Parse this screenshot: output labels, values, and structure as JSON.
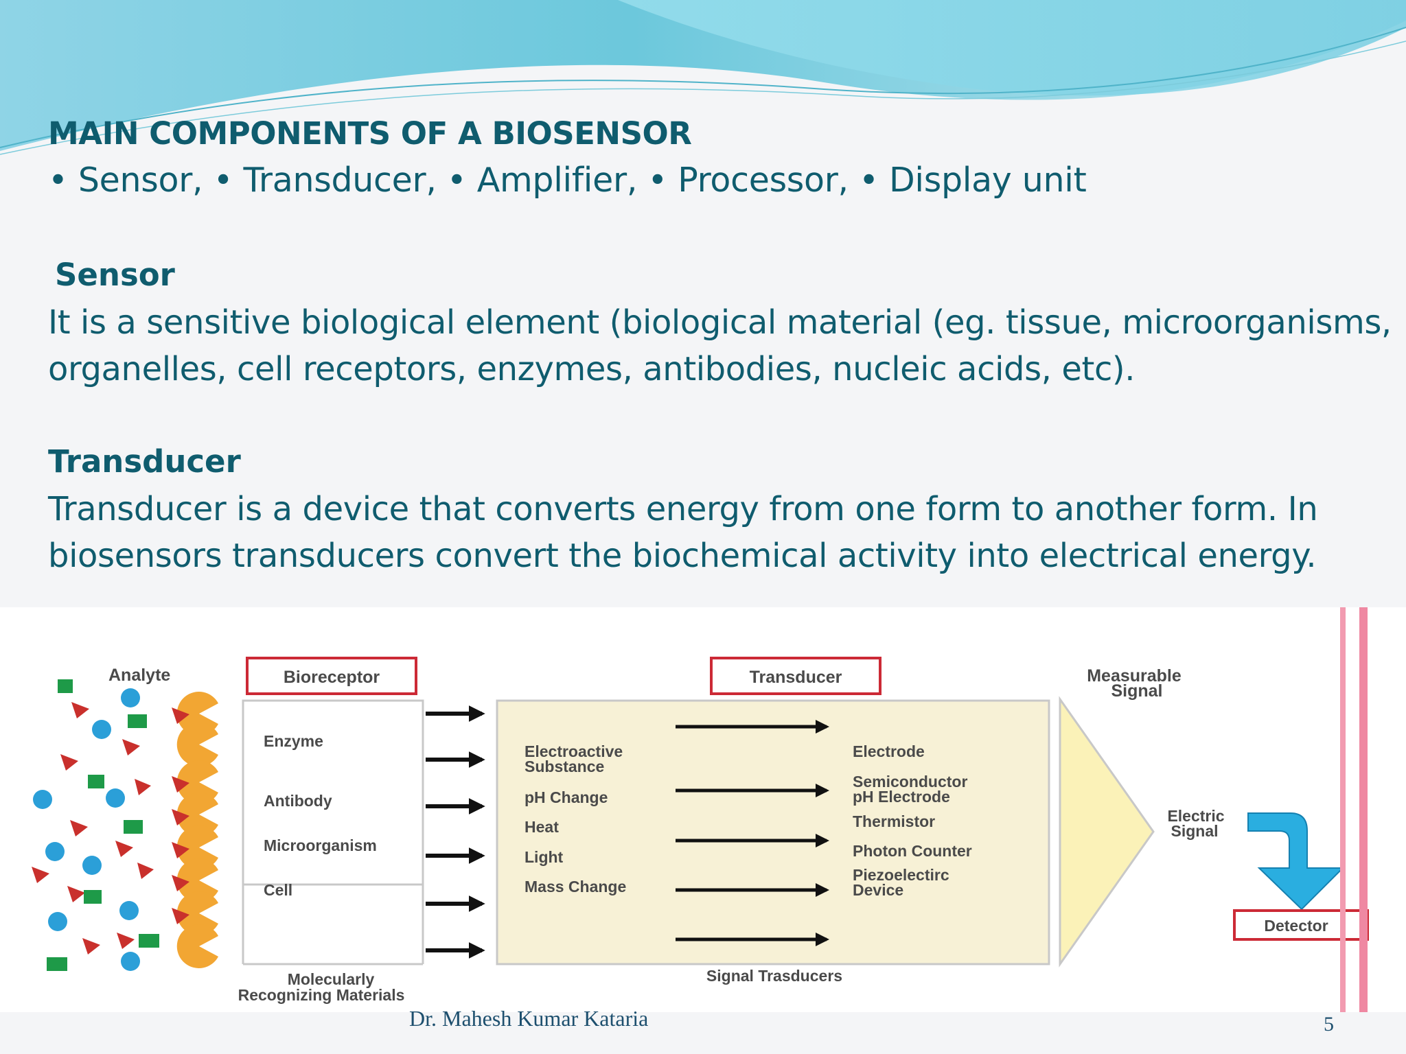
{
  "slide": {
    "title": "MAIN COMPONENTS OF A BIOSENSOR",
    "bullets": "• Sensor, • Transducer, • Amplifier, • Processor, • Display unit",
    "sensor": {
      "heading": "Sensor",
      "line1": "It is a sensitive biological element (biological material (eg. tissue, microorganisms,",
      "line2": "organelles, cell receptors, enzymes, antibodies, nucleic acids, etc)."
    },
    "transducer": {
      "heading": "Transducer",
      "line1": "Transducer is a device that converts energy from one form to another form. In",
      "line2": "biosensors transducers convert the biochemical activity into electrical energy."
    }
  },
  "diagram": {
    "analyte": "Analyte",
    "bioreceptor": "Bioreceptor",
    "bioreceptor_items": [
      "Enzyme",
      "Antibody",
      "Microorganism",
      "Cell"
    ],
    "molecular_line1": "Molecularly",
    "molecular_line2": "Recognizing Materials",
    "transducer": "Transducer",
    "changes": [
      [
        "Electroactive",
        "Substance"
      ],
      [
        "pH Change"
      ],
      [
        "Heat"
      ],
      [
        "Light"
      ],
      [
        "Mass Change"
      ]
    ],
    "devices": [
      [
        "Electrode"
      ],
      [
        "Semiconductor",
        "pH Electrode"
      ],
      [
        "Thermistor"
      ],
      [
        "Photon Counter"
      ],
      [
        "Piezoelectirc",
        "Device"
      ]
    ],
    "signal_transducers": "Signal Trasducers",
    "measurable_line1": "Measurable",
    "measurable_line2": "Signal",
    "electric_line1": "Electric",
    "electric_line2": "Signal",
    "detector": "Detector"
  },
  "footer": {
    "author": "Dr. Mahesh Kumar Kataria",
    "page": "5"
  },
  "colors": {
    "text": "#0f5c6e",
    "wave": "#6cc8dc",
    "box_border": "#cc2a36",
    "transducer_fill": "#f7f1d6",
    "signal_fill": "#fbf2b8",
    "pacman": "#f2a633",
    "analyte_red": "#c9302c",
    "analyte_blue": "#2b9fd8",
    "analyte_green": "#1e9a48",
    "arrow_blue": "#2aaee0"
  }
}
